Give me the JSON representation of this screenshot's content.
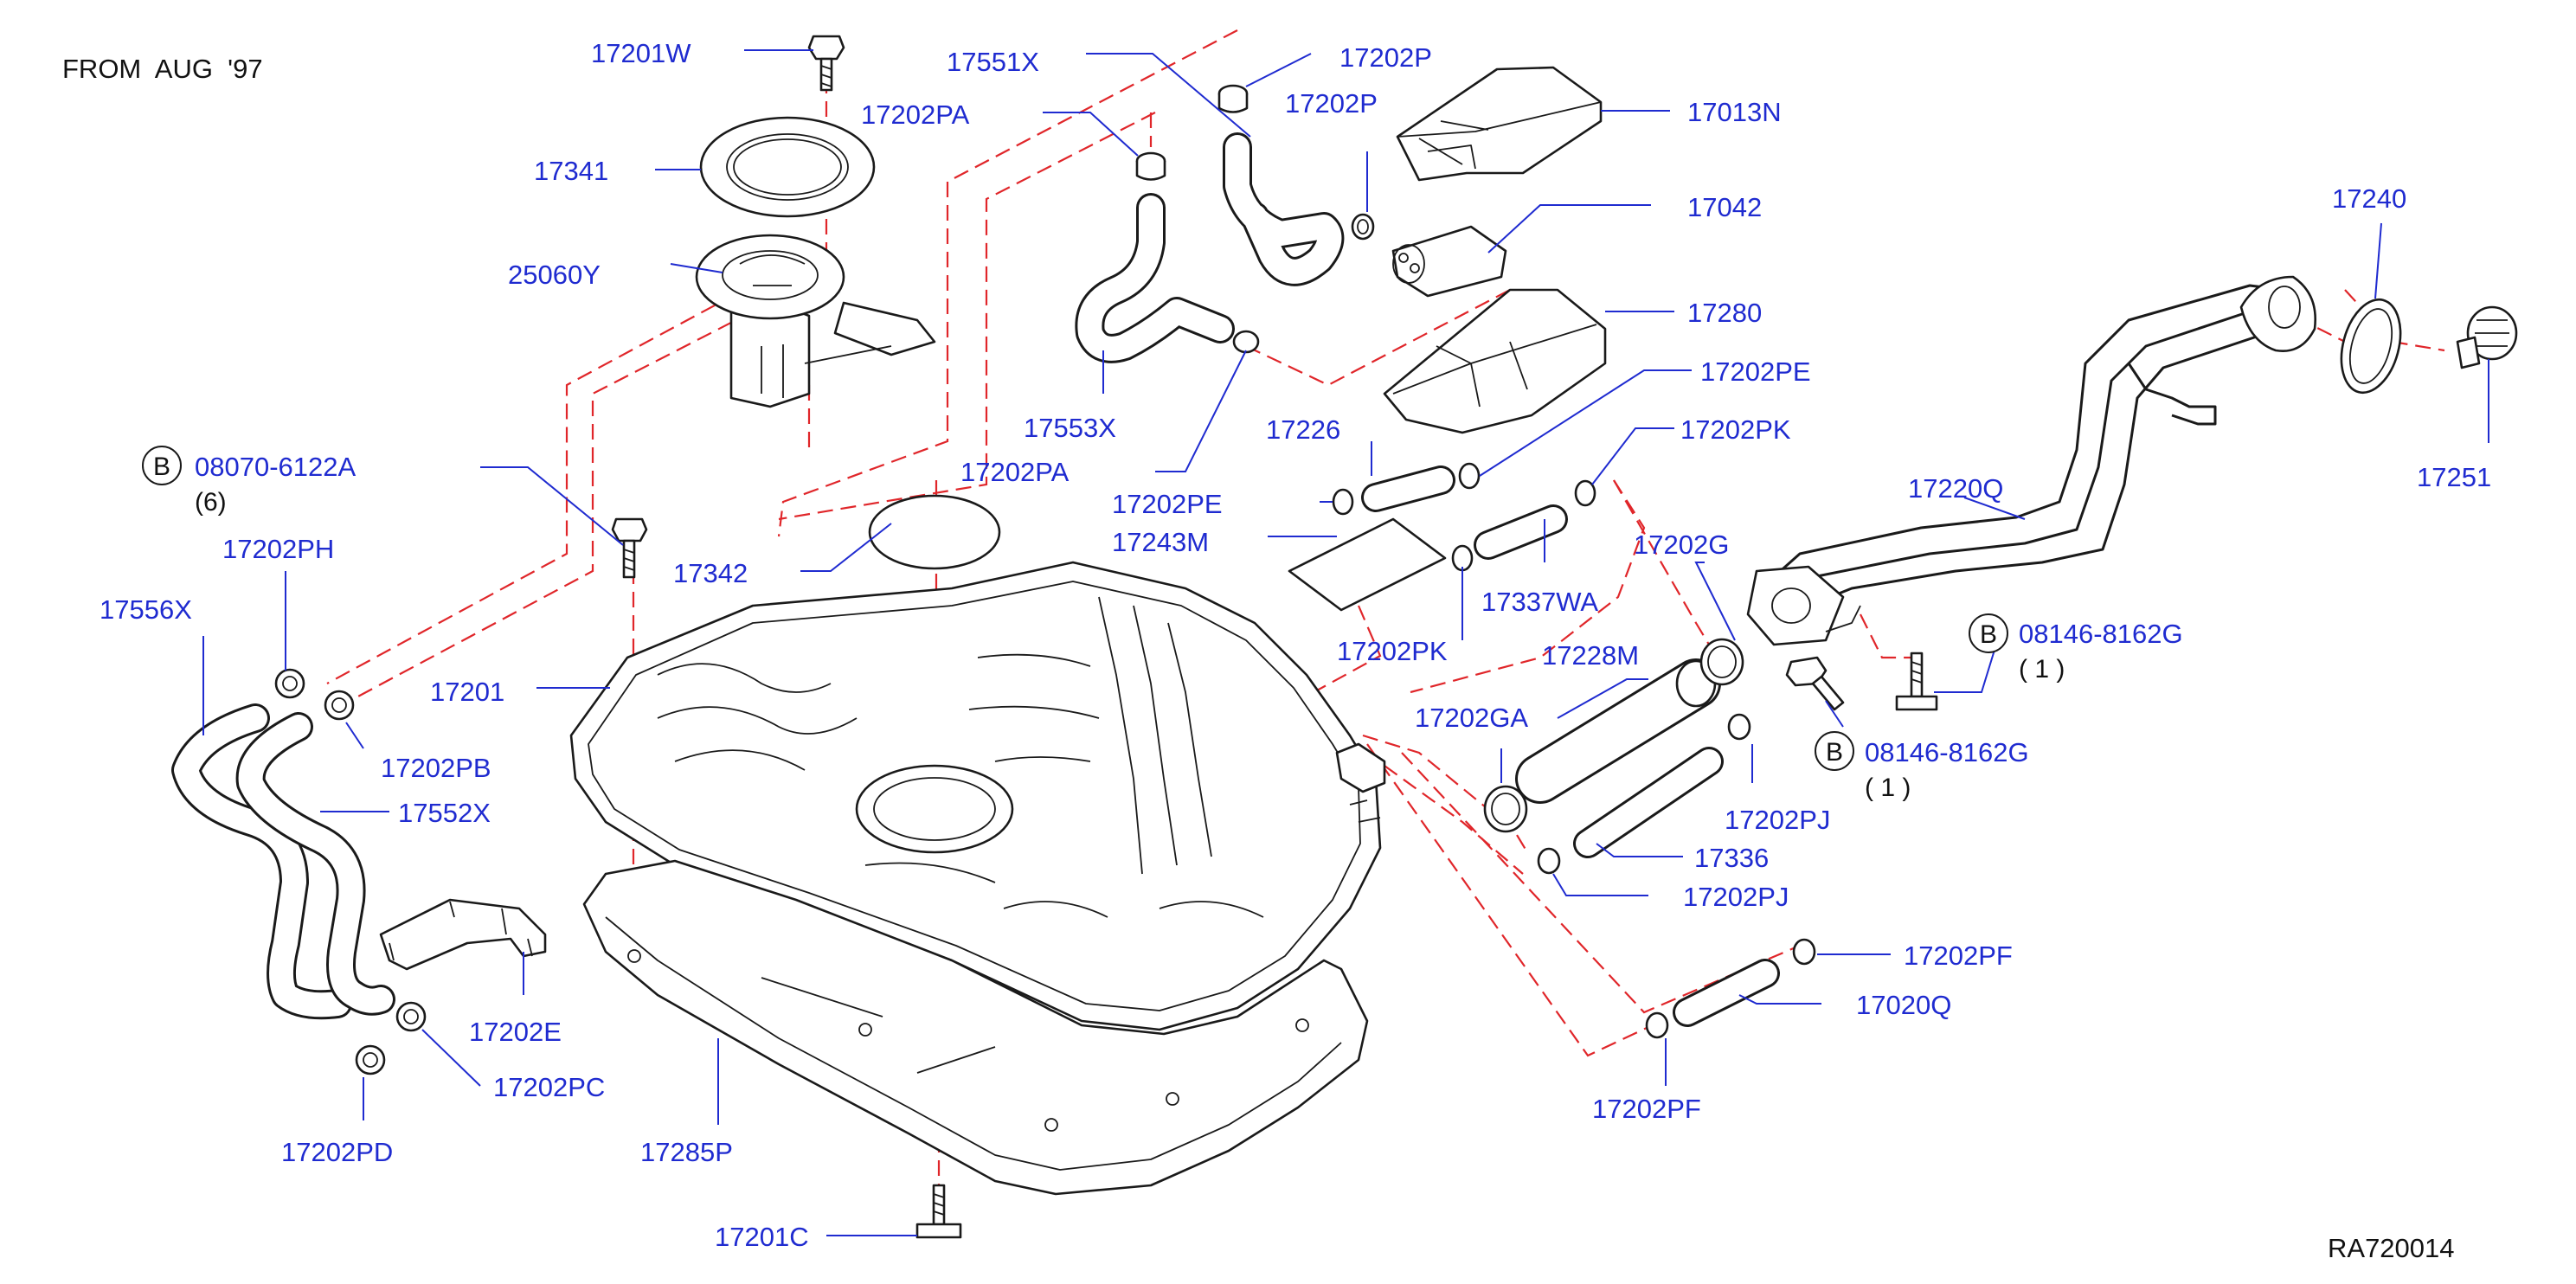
{
  "header": {
    "note": "FROM  AUG  '97"
  },
  "diagram_code": "RA720014",
  "bolt_symbol": "B",
  "callouts": {
    "c17201W": "17201W",
    "c17551X": "17551X",
    "c17202P_a": "17202P",
    "c17202P_b": "17202P",
    "c17202PA_a": "17202PA",
    "c17013N": "17013N",
    "c17341": "17341",
    "c17042": "17042",
    "c25060Y": "25060Y",
    "c17280": "17280",
    "c17553X": "17553X",
    "c17202PE_a": "17202PE",
    "c17226": "17226",
    "c17202PK_a": "17202PK",
    "c08070": "08070-6122A",
    "c08070_qty": "(6)",
    "c17202PA_b": "17202PA",
    "c17202PE_b": "17202PE",
    "c17243M": "17243M",
    "c17202PH": "17202PH",
    "c17342": "17342",
    "c17337WA": "17337WA",
    "c17202G": "17202G",
    "c17556X": "17556X",
    "c17202PK_b": "17202PK",
    "c17201": "17201",
    "c17228M": "17228M",
    "c17202PB": "17202PB",
    "c17202GA": "17202GA",
    "c17552X": "17552X",
    "c17202PJ_a": "17202PJ",
    "c17336": "17336",
    "c17202PJ_b": "17202PJ",
    "c17202E": "17202E",
    "c17202PF_a": "17202PF",
    "c17020Q": "17020Q",
    "c17202PC": "17202PC",
    "c17202PD": "17202PD",
    "c17285P": "17285P",
    "c17202PF_b": "17202PF",
    "c17201C": "17201C",
    "c17240": "17240",
    "c17220Q": "17220Q",
    "c17251": "17251",
    "c08146_a": "08146-8162G",
    "c08146_a_qty": "( 1 )",
    "c08146_b": "08146-8162G",
    "c08146_b_qty": "( 1 )"
  }
}
